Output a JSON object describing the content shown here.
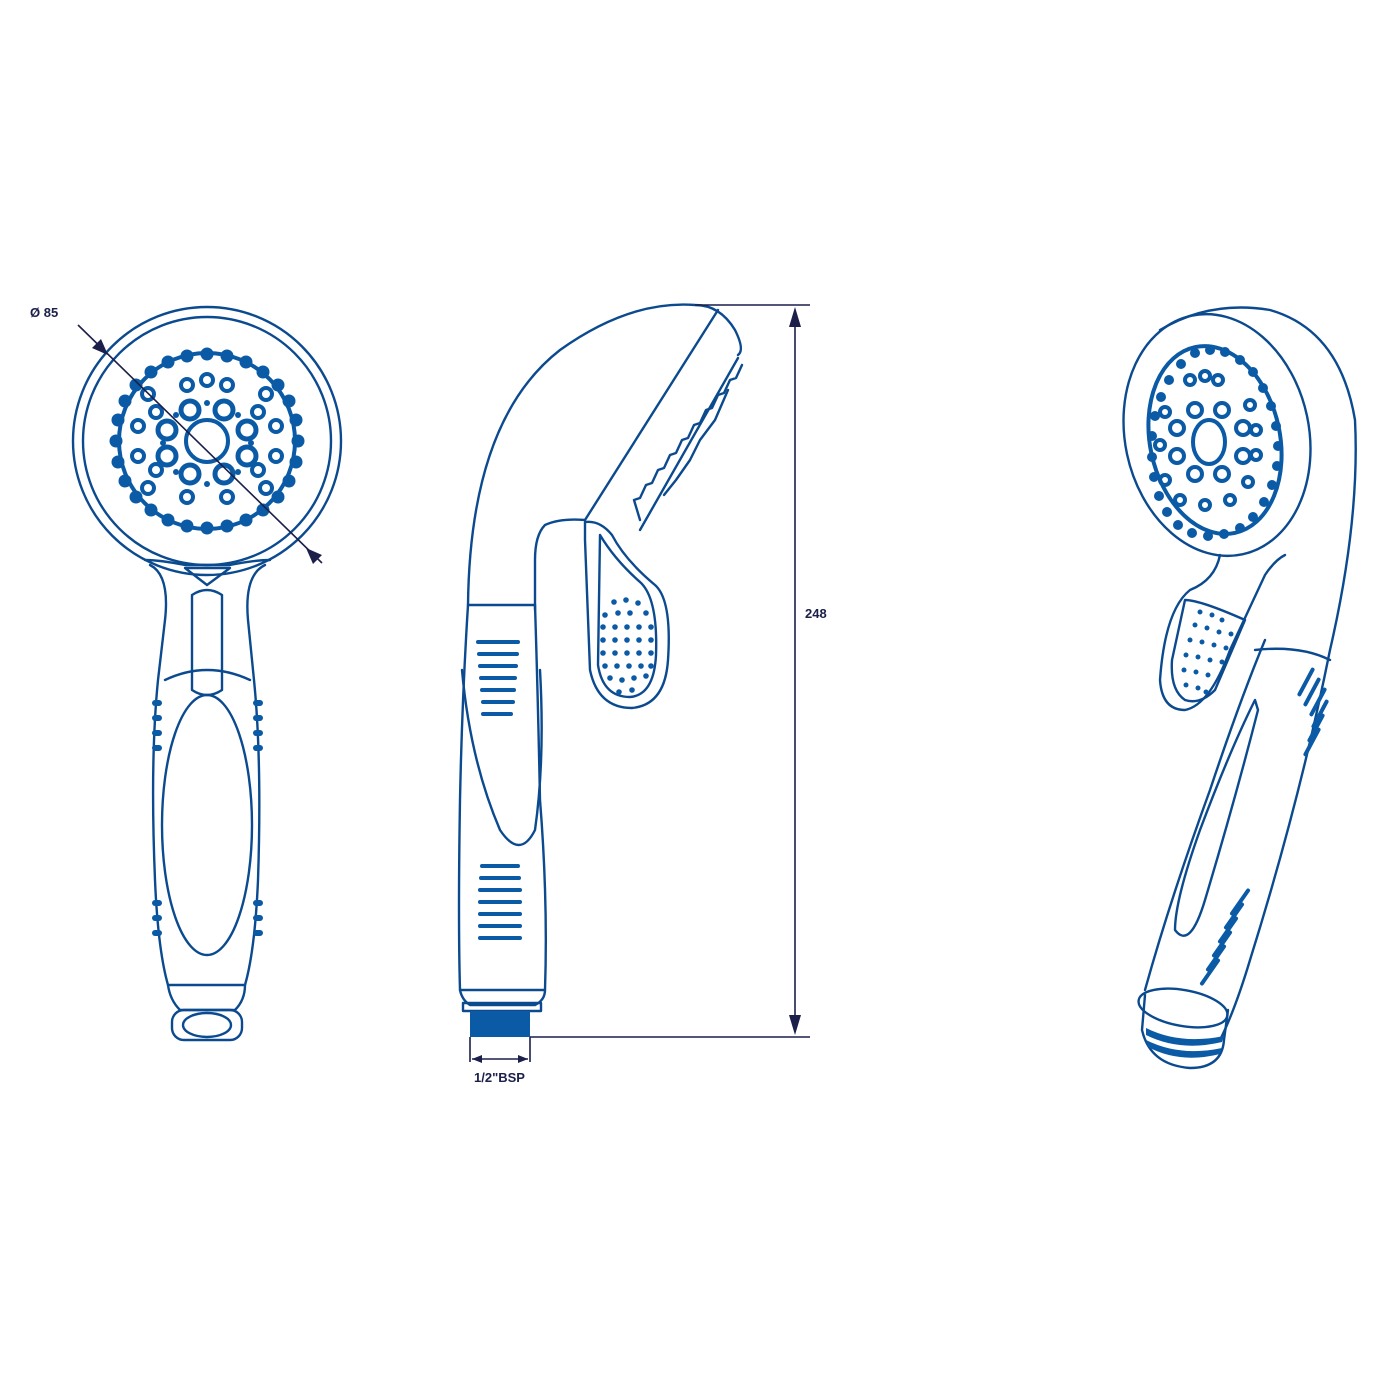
{
  "diagram": {
    "subject": "hand shower head technical drawing",
    "views": [
      "front view",
      "side view",
      "perspective view"
    ],
    "dimensions": {
      "diameter_label": "Ø 85",
      "height_label": "248",
      "thread_label": "1/2\"BSP"
    },
    "colors": {
      "outline": "#0b4a8f",
      "fill": "#0b5aa6",
      "dimension_lines": "#1b1f4a",
      "background": "#ffffff"
    }
  }
}
